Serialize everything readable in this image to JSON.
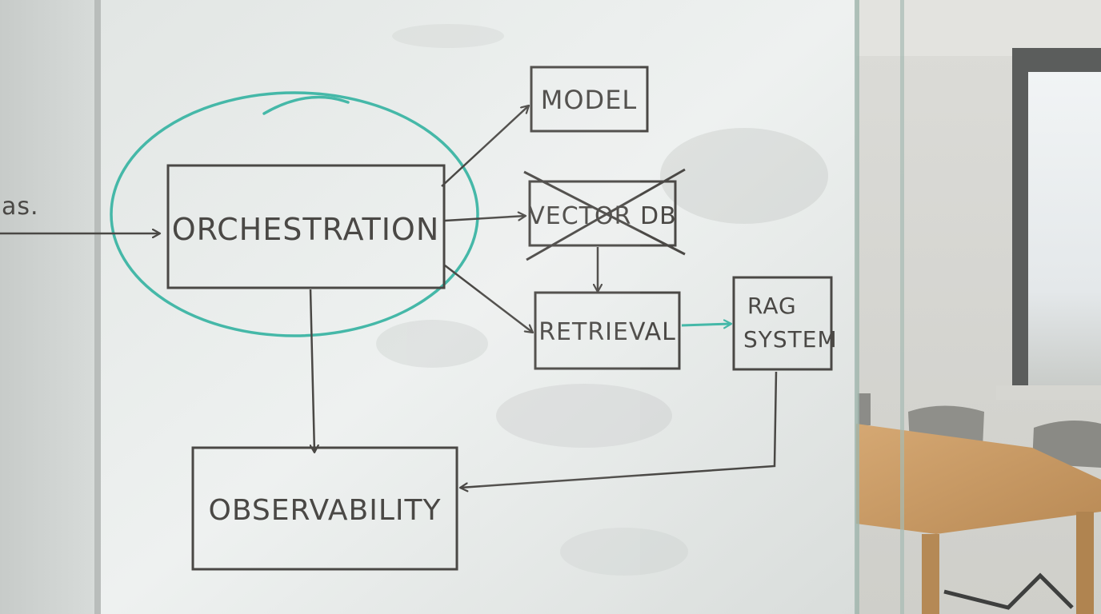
{
  "whiteboard": {
    "edge_text": "as.",
    "boxes": {
      "orchestration": "ORCHESTRATION",
      "model": "MODEL",
      "vector_db": "VECTOR DB",
      "retrieval": "RETRIEVAL",
      "rag_line1": "RAG",
      "rag_line2": "SYSTEM",
      "observability": "OBSERVABILITY"
    },
    "vector_db_crossed_out": true
  },
  "colors": {
    "marker": "#4a4845",
    "highlight": "#45b8a8",
    "glass": "#e8ecea",
    "table": "#c89a62",
    "window_light": "#e9edef"
  }
}
